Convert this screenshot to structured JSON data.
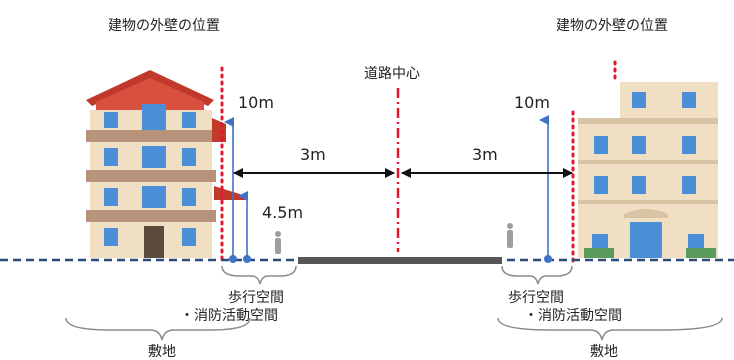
{
  "labels": {
    "wall_left": "建物の外壁の位置",
    "wall_right": "建物の外壁の位置",
    "road_center": "道路中心",
    "height_left": "10m",
    "height_right": "10m",
    "height_low": "4.5m",
    "dist_left": "3m",
    "dist_right": "3m",
    "walk_left_1": "歩行空間",
    "walk_left_2": "・消防活動空間",
    "walk_right_1": "歩行空間",
    "walk_right_2": "・消防活動空間",
    "site_left": "敷地",
    "site_right": "敷地"
  },
  "colors": {
    "wall_line": "#e0182d",
    "ground_line": "#2d4b78",
    "road": "#555555",
    "arrow_blue": "#3e73c6",
    "arrow_black": "#111111",
    "brace": "#8a8a8a",
    "roof": "#c0392b",
    "wall_beige": "#f1dfc3",
    "window_blue": "#4a90d9"
  }
}
